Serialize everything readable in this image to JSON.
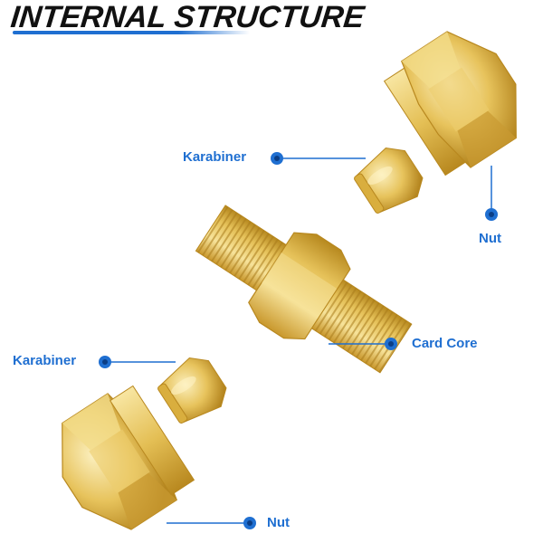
{
  "title": "INTERNAL STRUCTURE",
  "labels": {
    "karabiner_top": "Karabiner",
    "nut_top": "Nut",
    "card_core": "Card Core",
    "karabiner_bottom": "Karabiner",
    "nut_bottom": "Nut"
  },
  "colors": {
    "accent": "#1f6fd1",
    "title": "#111111",
    "brass_light": "#f6df8e",
    "brass_mid": "#e2bb4f",
    "brass_dark": "#b98b22"
  },
  "icons": [
    "callout-dot-icon"
  ]
}
